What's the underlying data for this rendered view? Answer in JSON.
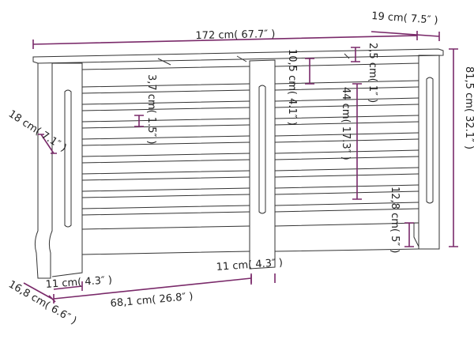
{
  "colors": {
    "dimension": "#7a2a6a",
    "outline": "#333333",
    "label": "#222222"
  },
  "dimensions": {
    "width_top": "172 cm( 67.7″ )",
    "depth_top": "19 cm( 7.5″ )",
    "height_total": "81,5 cm( 32.1″ )",
    "side_depth": "18 cm( 7.1″ )",
    "top_gap": "2,5 cm( 1″ )",
    "opening_height": "10,5 cm( 4.1″ )",
    "slat_spacing": "3,7 cm( 1.5″ )",
    "grille_height": "44 cm( 17.3″ )",
    "foot_height": "12,8 cm( 5″ )",
    "middle_post_width": "11 cm( 4.3″ )",
    "left_post_width": "11 cm( 4.3″ )",
    "panel_width": "68,1 cm( 26.8″ )",
    "bottom_depth": "16,8 cm( 6.6″ )"
  }
}
